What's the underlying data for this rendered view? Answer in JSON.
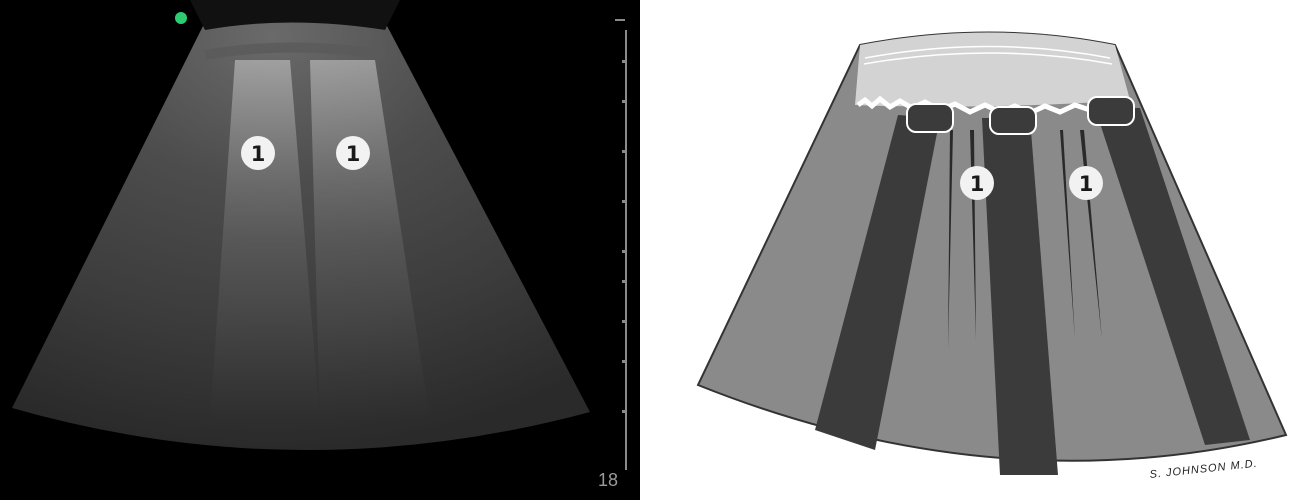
{
  "ultrasound": {
    "markers": [
      {
        "label": "1"
      },
      {
        "label": "1"
      }
    ],
    "depth_scale_value": "18",
    "indicator_color": "#2ecc71"
  },
  "illustration": {
    "markers": [
      {
        "label": "1"
      },
      {
        "label": "1"
      }
    ],
    "signature": "S. JOHNSON M.D.",
    "colors": {
      "pleura": "#cfcfcf",
      "shadow_dark": "#3b3b3b",
      "beam_gray": "#8a8a8a"
    }
  }
}
